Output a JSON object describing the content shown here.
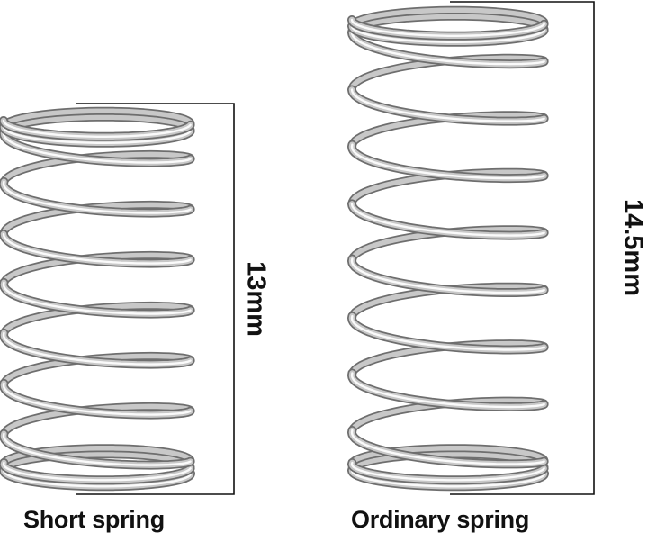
{
  "springs": [
    {
      "caption": "Short spring",
      "height_label": "13mm"
    },
    {
      "caption": "Ordinary spring",
      "height_label": "14.5mm"
    }
  ],
  "colors": {
    "wire_light": "#fafafa",
    "wire_mid": "#c8c8c8",
    "wire_dark": "#6e6e6e",
    "bracket": "#111111",
    "text": "#111111"
  }
}
